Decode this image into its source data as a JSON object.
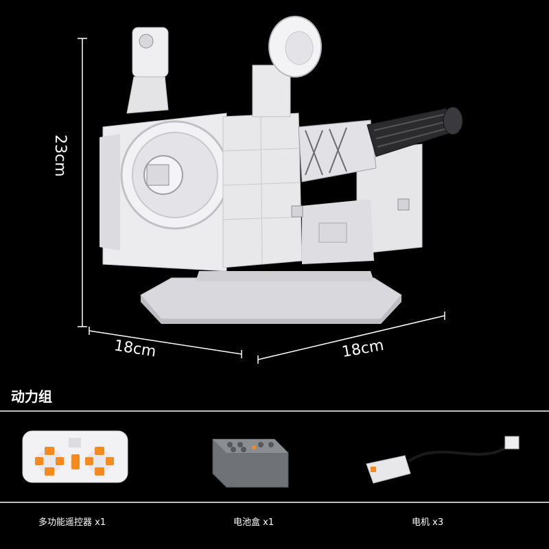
{
  "dimensions": {
    "height": "23cm",
    "width_left": "18cm",
    "width_right": "18cm"
  },
  "section_title": "动力组",
  "components": [
    {
      "name": "多功能遥控器 x1",
      "icon": "remote-control-icon"
    },
    {
      "name": "电池盒 x1",
      "icon": "battery-box-icon"
    },
    {
      "name": "电机 x3",
      "icon": "motor-icon"
    }
  ],
  "colors": {
    "background": "#000000",
    "model": "#e9e9ec",
    "accent_orange": "#f58a1f",
    "battery_gray": "#6f7276"
  }
}
